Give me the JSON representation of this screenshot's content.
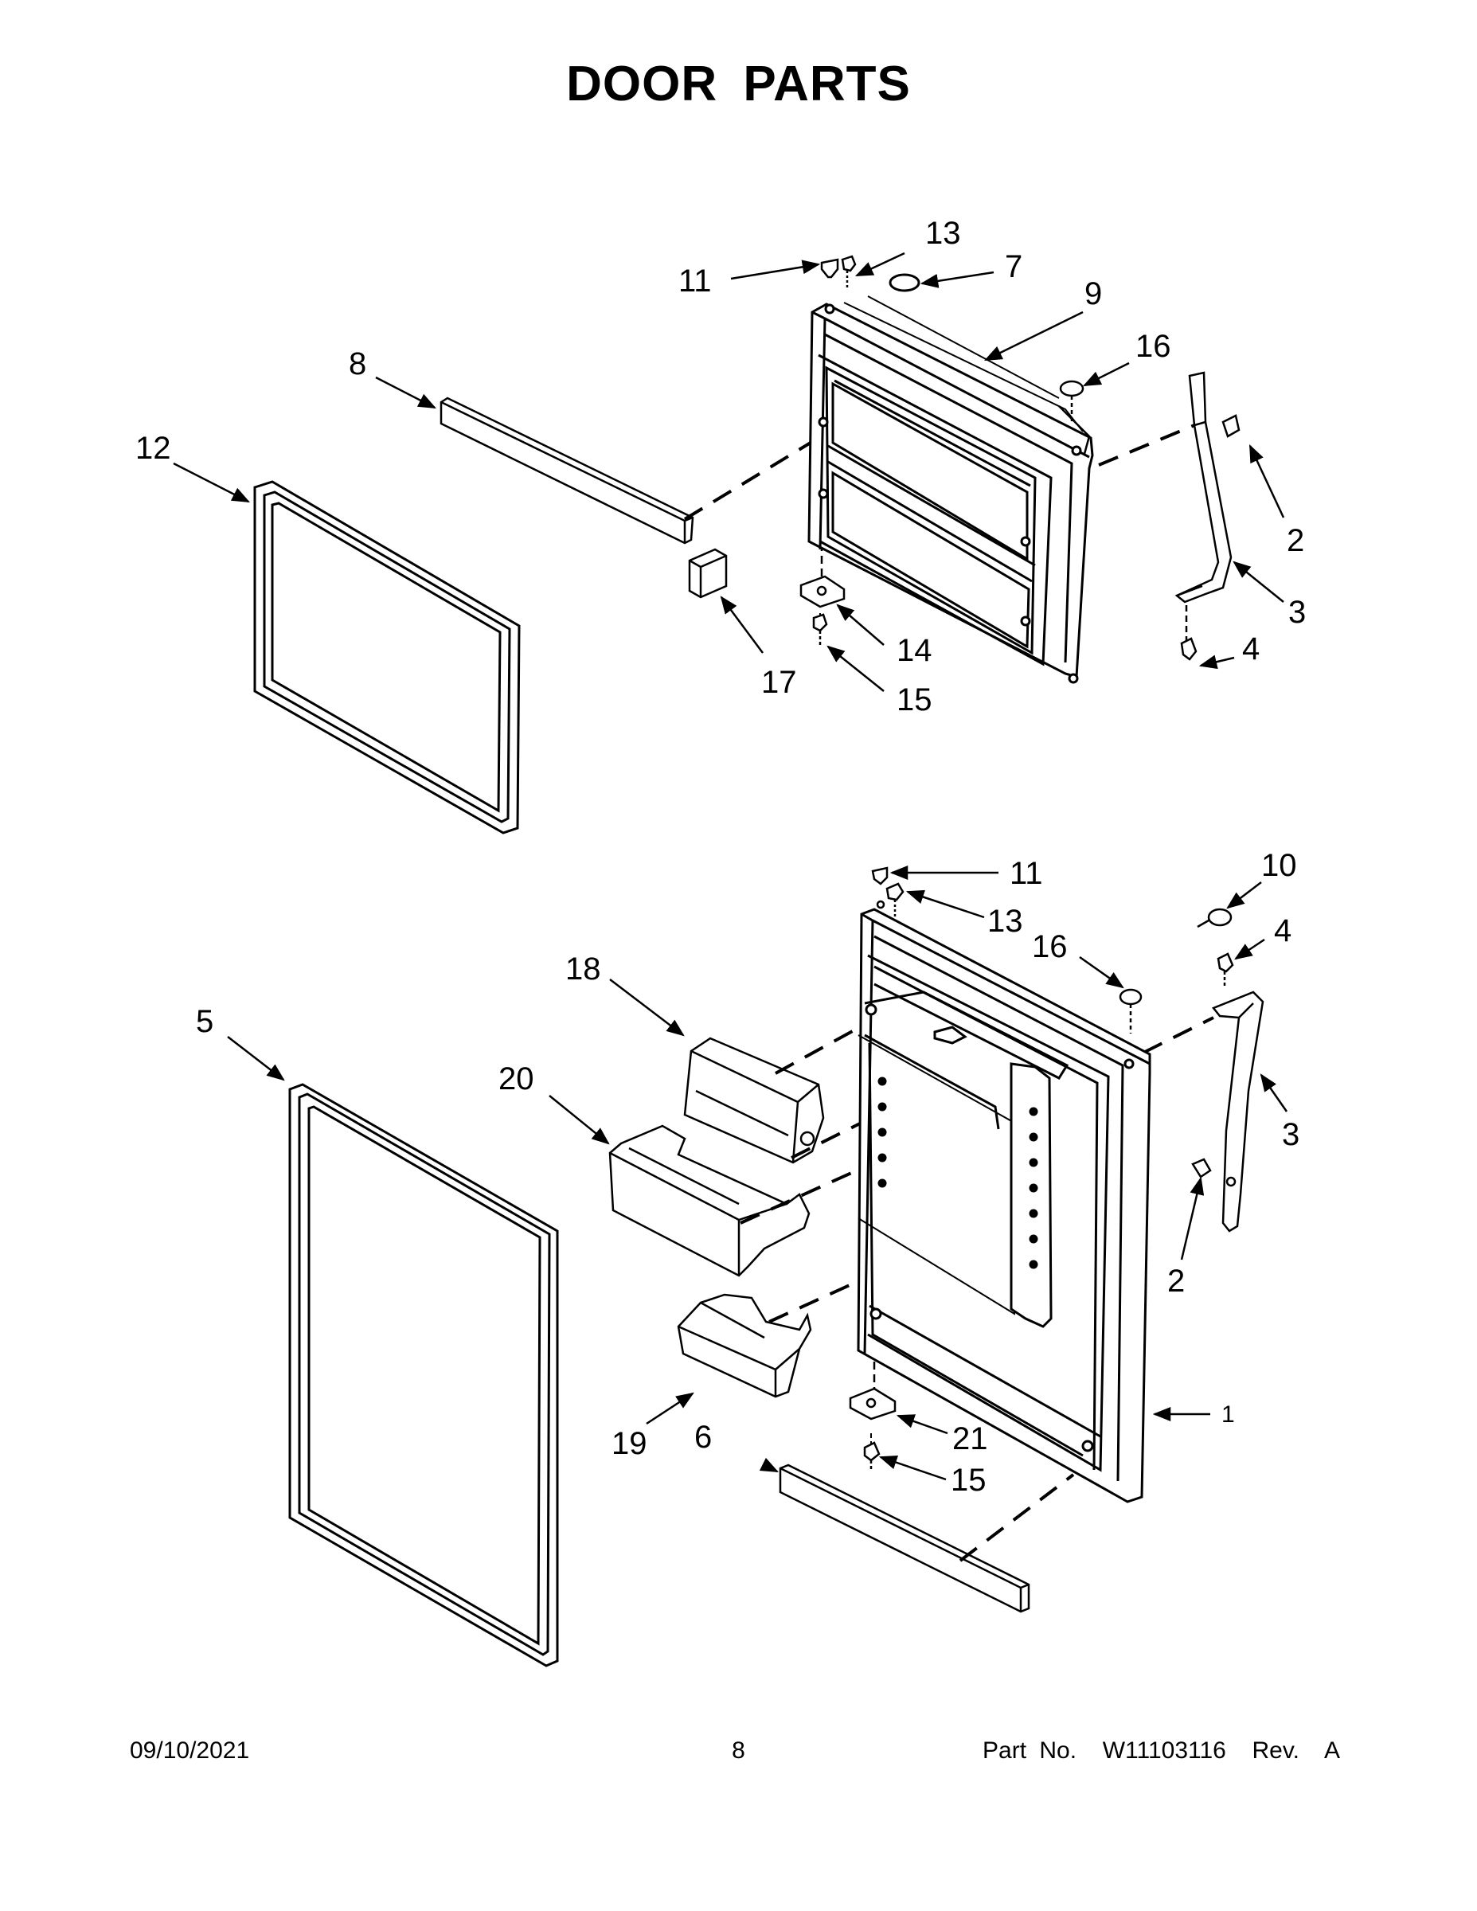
{
  "title": "DOOR PARTS",
  "footer": {
    "date": "09/10/2021",
    "page": "8",
    "part": "Part No.  W11103116  Rev.  A"
  },
  "callouts": {
    "top": {
      "c11": "11",
      "c13": "13",
      "c7": "7",
      "c9": "9",
      "c16": "16",
      "c8": "8",
      "c12": "12",
      "c2": "2",
      "c3": "3",
      "c4": "4",
      "c14": "14",
      "c15": "15",
      "c17": "17"
    },
    "bottom": {
      "c11": "11",
      "c10": "10",
      "c13": "13",
      "c4": "4",
      "c16": "16",
      "c18": "18",
      "c5": "5",
      "c20": "20",
      "c3": "3",
      "c2": "2",
      "c1": "1",
      "c19": "19",
      "c6": "6",
      "c21": "21",
      "c15": "15"
    }
  }
}
